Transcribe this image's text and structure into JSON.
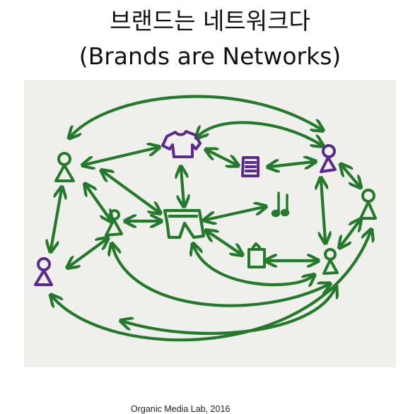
{
  "title_korean": "브랜드는 네트워크다",
  "title_english": "(Brands are Networks)",
  "credit": "Organic Media Lab, 2016",
  "colors": {
    "background": "#ffffff",
    "panel": "#efefeb",
    "arrows": "#237a2a",
    "people_purple": "#5a2a8c",
    "people_green": "#237a2a",
    "text": "#111111"
  },
  "nodes": [
    {
      "id": "person-top-left",
      "icon": "person-icon",
      "color": "green"
    },
    {
      "id": "shirt",
      "icon": "shirt-icon",
      "color": "purple"
    },
    {
      "id": "document",
      "icon": "document-icon",
      "color": "purple"
    },
    {
      "id": "person-top-right",
      "icon": "person-icon",
      "color": "purple"
    },
    {
      "id": "person-left-middle",
      "icon": "person-icon",
      "color": "green"
    },
    {
      "id": "pants",
      "icon": "pants-icon",
      "color": "green"
    },
    {
      "id": "music-note",
      "icon": "music-note-icon",
      "color": "green"
    },
    {
      "id": "person-right",
      "icon": "person-icon",
      "color": "green"
    },
    {
      "id": "tv",
      "icon": "tv-icon",
      "color": "green"
    },
    {
      "id": "person-bottom-right",
      "icon": "person-icon",
      "color": "green"
    },
    {
      "id": "person-bottom-left",
      "icon": "person-icon",
      "color": "purple"
    }
  ]
}
